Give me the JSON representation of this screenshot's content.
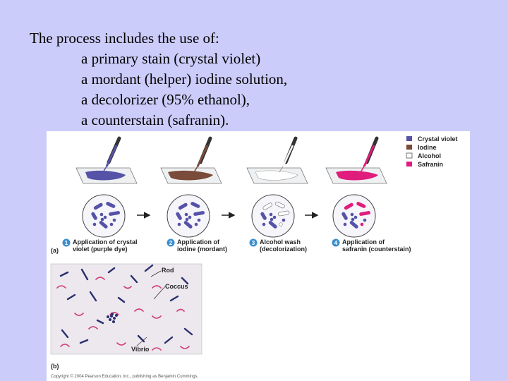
{
  "slide": {
    "intro": "The process includes the use of:",
    "items": [
      "a primary stain (crystal violet)",
      "a mordant (helper) iodine solution,",
      "a decolorizer (95% ethanol),",
      "a counterstain (safranin)."
    ]
  },
  "legend": [
    {
      "label": "Crystal violet",
      "color": "#5552a8"
    },
    {
      "label": "Iodine",
      "color": "#7a4a3a"
    },
    {
      "label": "Alcohol",
      "color": "#ffffff"
    },
    {
      "label": "Safranin",
      "color": "#e01c7c"
    }
  ],
  "steps": [
    {
      "number": "1",
      "line1": "Application of crystal",
      "line2": "violet (purple dye)"
    },
    {
      "number": "2",
      "line1": "Application of",
      "line2": "iodine (mordant)"
    },
    {
      "number": "3",
      "line1": "Alcohol wash",
      "line2": "(decolorization)"
    },
    {
      "number": "4",
      "line1": "Application of",
      "line2": "safranin (counterstain)"
    }
  ],
  "panel_a_label": "(a)",
  "panel_b_label": "(b)",
  "micro_labels": {
    "rod": "Rod",
    "coccus": "Coccus",
    "vibrio": "Vibrio"
  },
  "copyright": "Copyright © 2004 Pearson Education, Inc., publishing as Benjamin Cummings."
}
